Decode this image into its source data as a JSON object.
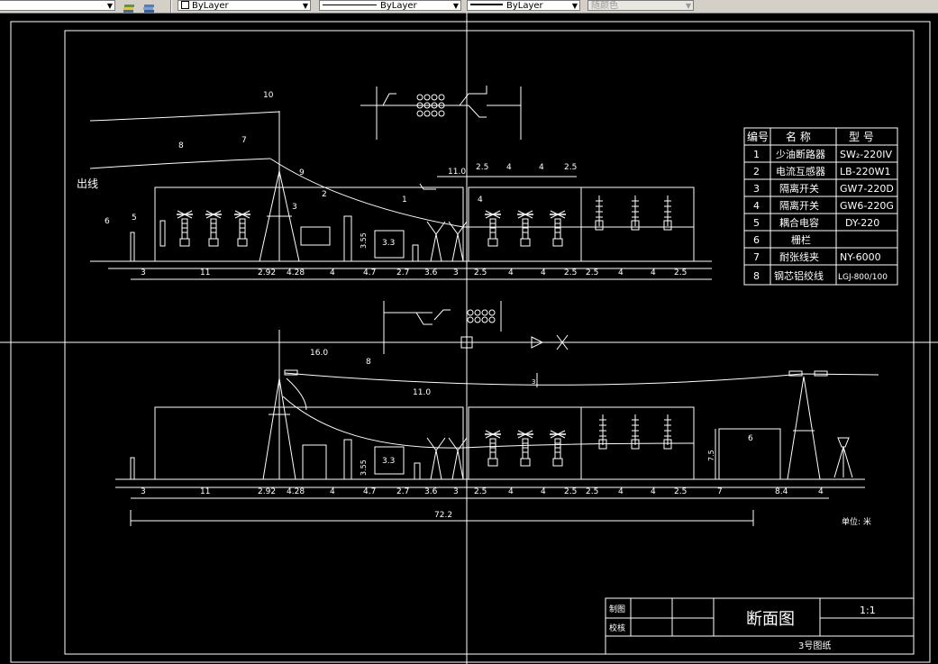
{
  "toolbar": {
    "layer_color": "ByLayer",
    "linetype": "ByLayer",
    "lineweight": "ByLayer",
    "plot_style": "随颜色"
  },
  "legend_table": {
    "headers": [
      "编号",
      "名 称",
      "型 号"
    ],
    "rows": [
      [
        "1",
        "少油断路器",
        "SW₂-220IV"
      ],
      [
        "2",
        "电流互感器",
        "LB-220W1"
      ],
      [
        "3",
        "隔离开关",
        "GW7-220D"
      ],
      [
        "4",
        "隔离开关",
        "GW6-220G"
      ],
      [
        "5",
        "耦合电容",
        "DY-220"
      ],
      [
        "6",
        "栅栏",
        ""
      ],
      [
        "7",
        "耐张线夹",
        "NY-6000"
      ],
      [
        "8",
        "钢芯铝绞线",
        "LGJ-800/100"
      ]
    ]
  },
  "top_section": {
    "outgoing_label": "出线",
    "callouts": [
      "10",
      "8",
      "7",
      "9",
      "5",
      "6",
      "3",
      "2",
      "1",
      "4",
      "11.0"
    ],
    "top_dims": [
      "2.5",
      "4",
      "4",
      "2.5"
    ],
    "height_dim": "3.55",
    "box_dim": "3.3",
    "dims": [
      "3",
      "11",
      "2.92",
      "4.28",
      "4",
      "4.7",
      "2.7",
      "3.6",
      "3",
      "2.5",
      "4",
      "4",
      "2.5",
      "2.5",
      "4",
      "4",
      "2.5"
    ]
  },
  "bottom_section": {
    "callouts": [
      "16.0",
      "8",
      "11.0"
    ],
    "small_dim": "3",
    "height_dim_left": "3.55",
    "box_dim": "3.3",
    "box_dim_right": "6",
    "height_dim_right": "7.5",
    "dims": [
      "3",
      "11",
      "2.92",
      "4.28",
      "4",
      "4.7",
      "2.7",
      "3.6",
      "3",
      "2.5",
      "4",
      "4",
      "2.5",
      "2.5",
      "4",
      "4",
      "2.5",
      "7",
      "8.4",
      "4"
    ],
    "total": "72.2",
    "unit_label": "单位: 米"
  },
  "title_block": {
    "drawn_label": "制图",
    "checked_label": "校核",
    "title": "断面图",
    "scale": "1:1",
    "sheet": "3号图纸"
  }
}
